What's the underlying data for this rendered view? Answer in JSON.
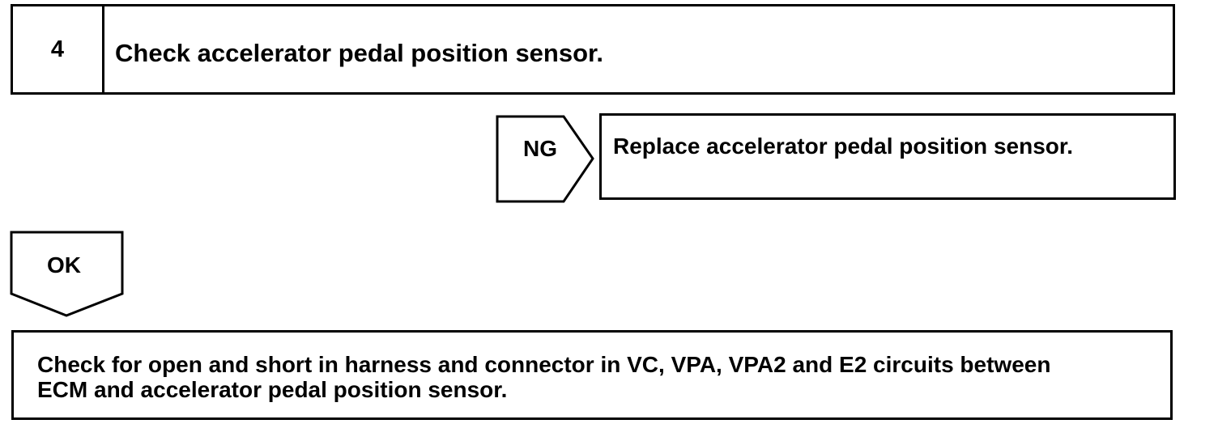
{
  "step": {
    "number": "4",
    "title": "Check accelerator pedal position sensor."
  },
  "ng_branch": {
    "label": "NG",
    "action": "Replace accelerator pedal position sensor."
  },
  "ok_branch": {
    "label": "OK",
    "next_action": "Check for open and short in harness and connector in VC, VPA, VPA2 and E2 circuits between",
    "next_action_line2": "ECM and accelerator pedal position sensor."
  },
  "colors": {
    "line": "#000000",
    "background": "#ffffff"
  }
}
